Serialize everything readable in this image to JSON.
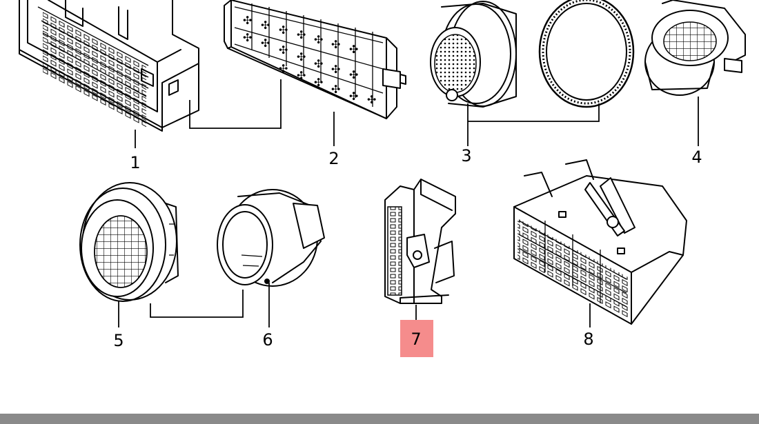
{
  "parts": [
    {
      "id": "1",
      "label": "1",
      "highlighted": false
    },
    {
      "id": "2",
      "label": "2",
      "highlighted": false
    },
    {
      "id": "3",
      "label": "3",
      "highlighted": false
    },
    {
      "id": "4",
      "label": "4",
      "highlighted": false
    },
    {
      "id": "5",
      "label": "5",
      "highlighted": false
    },
    {
      "id": "6",
      "label": "6",
      "highlighted": false
    },
    {
      "id": "7",
      "label": "7",
      "highlighted": true
    },
    {
      "id": "8",
      "label": "8",
      "highlighted": false
    }
  ],
  "colors": {
    "highlight": "#f58c8c",
    "line": "#000000",
    "background": "#ffffff",
    "bottom_bar": "#8a8a8a"
  }
}
